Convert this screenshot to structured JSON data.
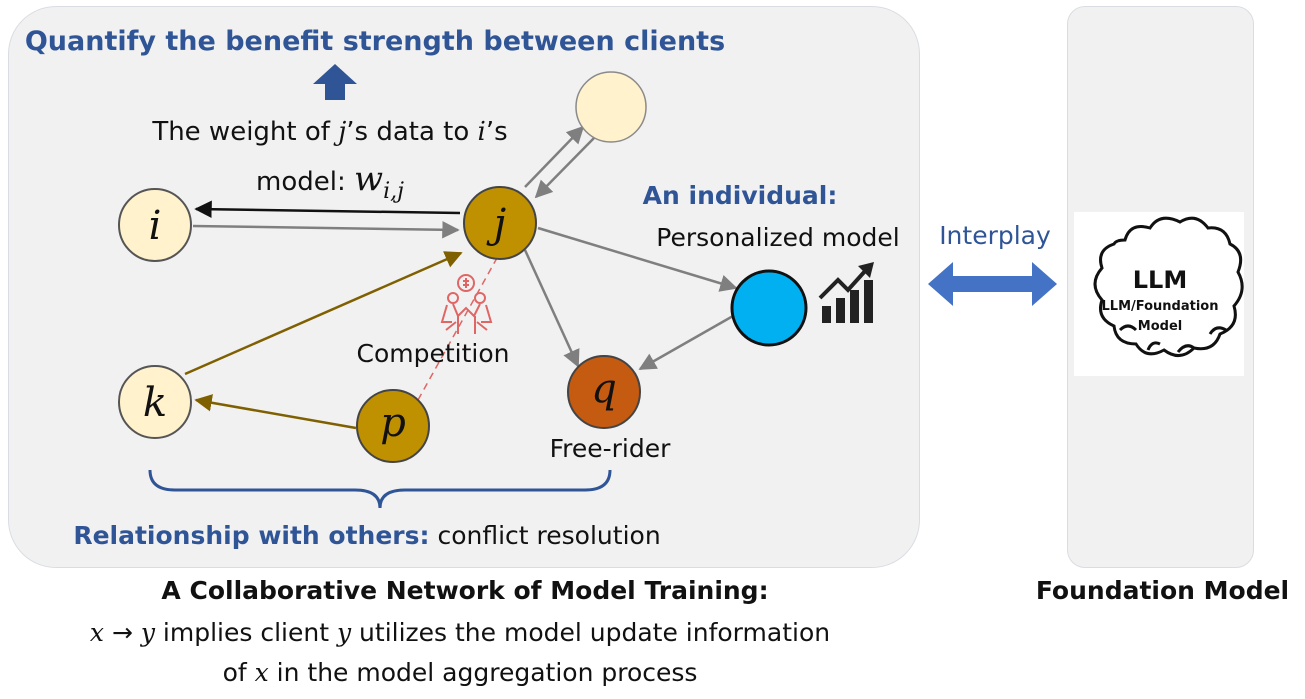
{
  "header": {
    "title": "Quantify the benefit strength between clients"
  },
  "weight_label": {
    "line1_a": "The weight of ",
    "line1_j": "j",
    "line1_b": "’s data to ",
    "line1_i": "i",
    "line1_c": "’s",
    "line2_a": "model: ",
    "line2_w": "w",
    "line2_sub": "i,j"
  },
  "nodes": {
    "i": "i",
    "j": "j",
    "k": "k",
    "p": "p",
    "q": "q"
  },
  "labels": {
    "individual": "An individual:",
    "personalized": "Personalized model",
    "competition": "Competition",
    "free_rider": "Free-rider",
    "relationship_bold": "Relationship with others:",
    "relationship_rest": " conflict resolution",
    "interplay": "Interplay"
  },
  "llm": {
    "big": "LLM",
    "line1": "LLM/Foundation",
    "line2": "Model"
  },
  "caption": {
    "title": "A Collaborative Network of Model Training:",
    "x": "x",
    "arrow": " → ",
    "y": "y",
    "mid": " implies client ",
    "y2": "y",
    "rest": " utilizes the model update information",
    "line2_a": "of ",
    "line2_x": "x",
    "line2_b": " in the model aggregation process"
  },
  "foundation": {
    "label": "Foundation Model"
  },
  "colors": {
    "panel": "#f1f1f1",
    "node_light": "#fff2cc",
    "node_gold": "#bf9000",
    "node_orange": "#c55a11",
    "node_blue": "#00b0f0",
    "arrow_gray": "#7f7f7f",
    "arrow_gold": "#7f6000",
    "accent_blue": "#2f5597",
    "interplay_arrow": "#4472c4",
    "competition_red": "#e06666"
  }
}
